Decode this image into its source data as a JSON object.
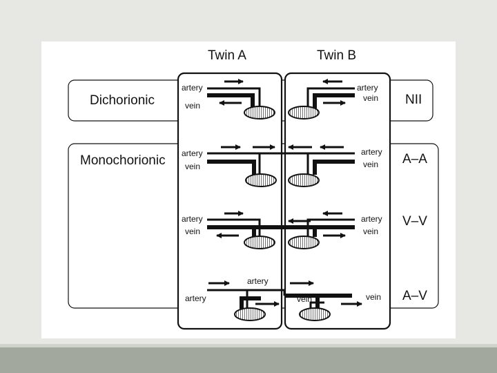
{
  "colors": {
    "background": "#e7e8e4",
    "panel": "#ffffff",
    "ink": "#111111",
    "footer": "#a3a89f"
  },
  "columns": {
    "twin_a": "Twin A",
    "twin_b": "Twin B"
  },
  "categories": {
    "dichorionic": "Dichorionic",
    "monochorionic": "Monochorionic"
  },
  "rows": [
    {
      "code": "NII",
      "a_top": "artery",
      "a_bottom": "vein",
      "b_top": "artery",
      "b_bottom": "vein"
    },
    {
      "code": "A–A",
      "a_top": "artery",
      "a_bottom": "vein",
      "b_top": "artery",
      "b_bottom": "vein"
    },
    {
      "code": "V–V",
      "a_top": "artery",
      "a_bottom": "vein",
      "b_top": "artery",
      "b_bottom": "vein"
    },
    {
      "code": "A–V",
      "a_left": "artery",
      "a_mid": "artery",
      "b_mid": "vein",
      "b_right": "vein"
    }
  ]
}
